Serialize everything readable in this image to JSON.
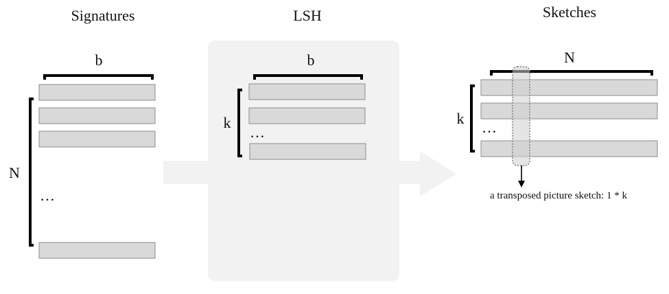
{
  "colors": {
    "bar_fill": "#d9d9d9",
    "bar_stroke": "#8c8c8c",
    "panel_fill": "#f2f2f2",
    "arrow_fill": "#f2f2f2",
    "bracket": "#000000",
    "highlight_fill": "#cfcfcf",
    "highlight_stroke": "#7f7f7f"
  },
  "signatures": {
    "title": "Signatures",
    "width_label": "b",
    "height_label": "N",
    "ellipsis": "…"
  },
  "lsh": {
    "title": "LSH",
    "width_label": "b",
    "height_label": "k",
    "ellipsis": "…"
  },
  "sketches": {
    "title": "Sketches",
    "width_label": "N",
    "height_label": "k",
    "ellipsis": "…",
    "caption": "a transposed picture sketch: 1 * k"
  }
}
